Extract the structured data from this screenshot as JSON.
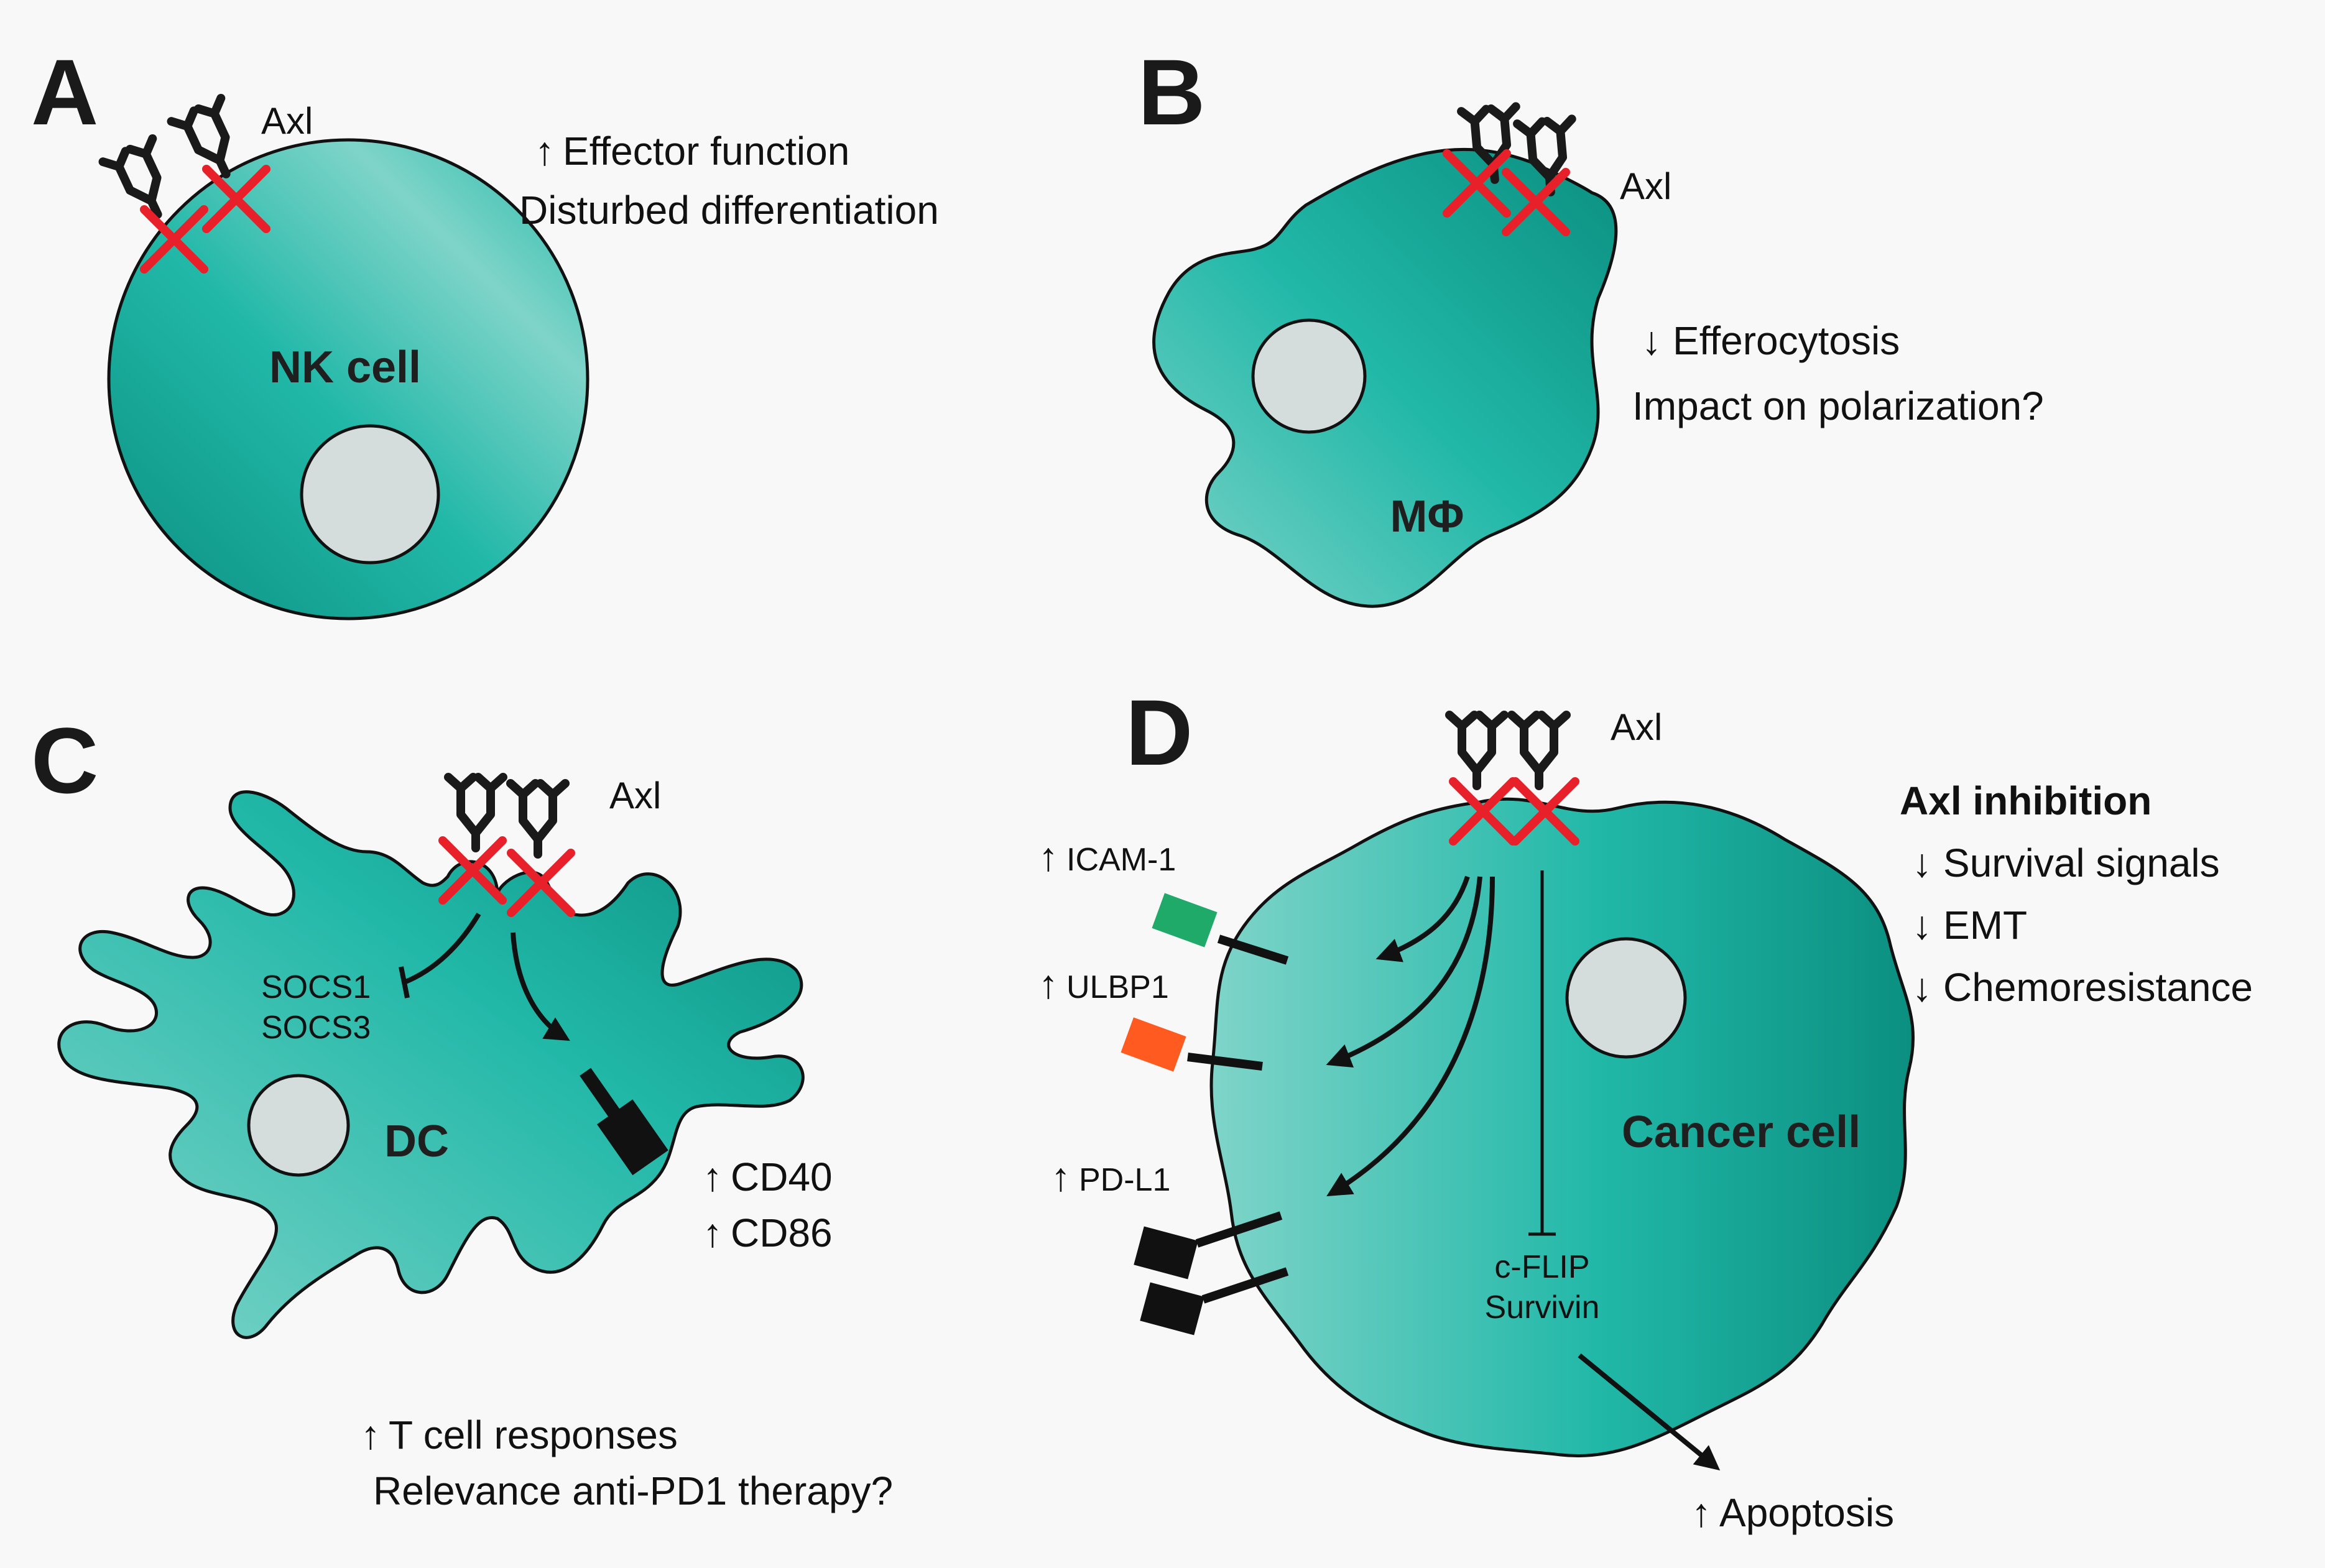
{
  "colors": {
    "cell_dark": "#0b8f80",
    "cell_mid": "#21b8a8",
    "cell_light": "#7fd4c9",
    "nucleus": "#d4dcdc",
    "block_cross": "#e8202a",
    "receptor": "#1a1a1a",
    "icam1": "#1faa6a",
    "ulbp1": "#ff5a1f",
    "pdl1": "#111111"
  },
  "panels": {
    "a": {
      "letter": "A",
      "receptor_label": "Axl",
      "cell_label": "NK cell",
      "effects": [
        "Effector function",
        "Disturbed differentiation"
      ],
      "arrows": [
        "up",
        "none"
      ]
    },
    "b": {
      "letter": "B",
      "receptor_label": "Axl",
      "cell_label": "MΦ",
      "effects": [
        "Efferocytosis",
        "Impact on polarization?"
      ],
      "arrows": [
        "down",
        "none"
      ]
    },
    "c": {
      "letter": "C",
      "receptor_label": "Axl",
      "cell_label": "DC",
      "inhibited": [
        "SOCS1",
        "SOCS3"
      ],
      "upregulated": [
        "CD40",
        "CD86"
      ],
      "effects": [
        "T cell responses",
        "Relevance anti-PD1 therapy?"
      ],
      "arrows": [
        "up",
        "none"
      ]
    },
    "d": {
      "letter": "D",
      "receptor_label": "Axl",
      "cell_label": "Cancer cell",
      "surface_markers": [
        "ICAM-1",
        "ULBP1",
        "PD-L1"
      ],
      "inhibited": [
        "c-FLIP",
        "Survivin"
      ],
      "outcome": "Apoptosis",
      "inhibition_title": "Axl inhibition",
      "inhibition_effects": [
        "Survival signals",
        "EMT",
        "Chemoresistance"
      ]
    }
  }
}
